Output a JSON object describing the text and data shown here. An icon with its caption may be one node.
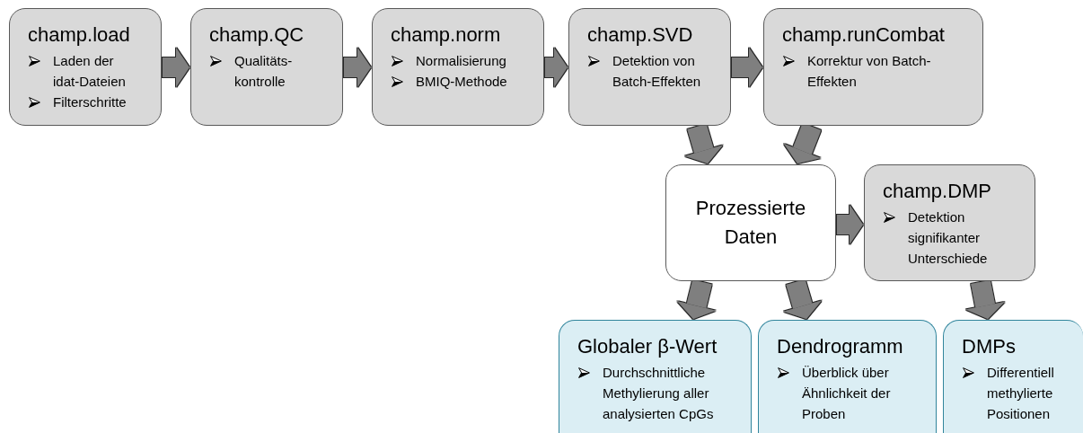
{
  "diagram": {
    "nodes": [
      {
        "text": [
          "champ.load",
          "Laden der idat-Dateien",
          "Filterschritte"
        ]
      },
      {
        "text": [
          "champ.QC",
          "Qualitäts-kontrolle"
        ]
      },
      {
        "text": [
          "champ.norm",
          "Normalisierung",
          "BMIQ-Methode"
        ]
      },
      {
        "text": [
          "champ.SVD",
          "Detektion von Batch-Effekten"
        ]
      },
      {
        "text": [
          "champ.runCombat",
          "Korrektur von Batch-Effekten"
        ]
      },
      {
        "text": [
          "Prozessierte Daten"
        ]
      },
      {
        "text": [
          "champ.DMP",
          "Detektion signifikanter Unterschiede"
        ]
      },
      {
        "text": [
          "Globaler β-Wert",
          "Durchschnittliche Methylierung aller analysierten CpGs"
        ]
      },
      {
        "text": [
          "Dendrogramm",
          "Überblick über Ähnlichkeit der Proben"
        ]
      },
      {
        "text": [
          "DMPs",
          "Differentiell methylierte Positionen"
        ]
      }
    ],
    "edges": [
      {
        "from": 0,
        "to": 1,
        "arrow": "to"
      },
      {
        "from": 1,
        "to": 2,
        "arrow": "to"
      },
      {
        "from": 2,
        "to": 3,
        "arrow": "to"
      },
      {
        "from": 3,
        "to": 4,
        "arrow": "to"
      },
      {
        "from": 3,
        "to": 5,
        "arrow": "to"
      },
      {
        "from": 4,
        "to": 5,
        "arrow": "to"
      },
      {
        "from": 5,
        "to": 6,
        "arrow": "to"
      },
      {
        "from": 5,
        "to": 7,
        "arrow": "to"
      },
      {
        "from": 5,
        "to": 8,
        "arrow": "to"
      },
      {
        "from": 6,
        "to": 9,
        "arrow": "to"
      }
    ]
  }
}
